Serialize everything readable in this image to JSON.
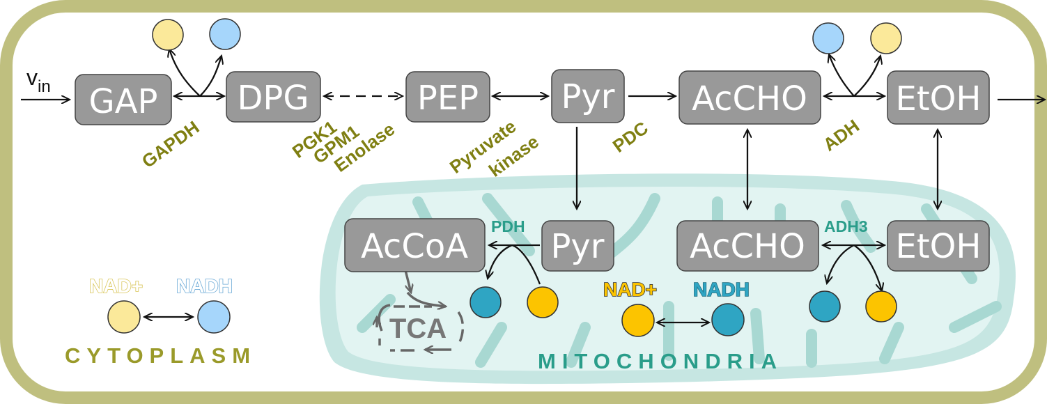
{
  "cell": {
    "cytoplasm_label": "CYTOPLASM",
    "mitochondria_label": "MITOCHONDRIA"
  },
  "inflow": {
    "label": "v",
    "subscript": "in"
  },
  "nodes": {
    "gap": "GAP",
    "dpg": "DPG",
    "pep": "PEP",
    "pyr_cyto": "Pyr",
    "acho_cyto": "AcCHO",
    "etoh_cyto": "EtOH",
    "accoa": "AcCoA",
    "pyr_mito": "Pyr",
    "acho_mito": "AcCHO",
    "etoh_mito": "EtOH",
    "tca": "TCA"
  },
  "enzymes": {
    "gapdh": "GAPDH",
    "pgk1": "PGK1",
    "gpm1": "GPM1",
    "enolase": "Enolase",
    "pyruvate": "Pyruvate",
    "kinase": "kinase",
    "pdc": "PDC",
    "adh": "ADH",
    "pdh": "PDH",
    "adh3": "ADH3"
  },
  "legend": {
    "cyto_nad": "NAD+",
    "cyto_nadh": "NADH",
    "mito_nad": "NAD+",
    "mito_nadh": "NADH"
  },
  "colors": {
    "cell_border": "#bfbf7f",
    "node_fill": "#999999",
    "nad_cyto": "#fbe99a",
    "nadh_cyto": "#a6d6fb",
    "nad_mito": "#fcc400",
    "nadh_mito": "#2fa5c3",
    "cyto_text": "#7f7f12",
    "mito_text": "#2a9d8a"
  }
}
